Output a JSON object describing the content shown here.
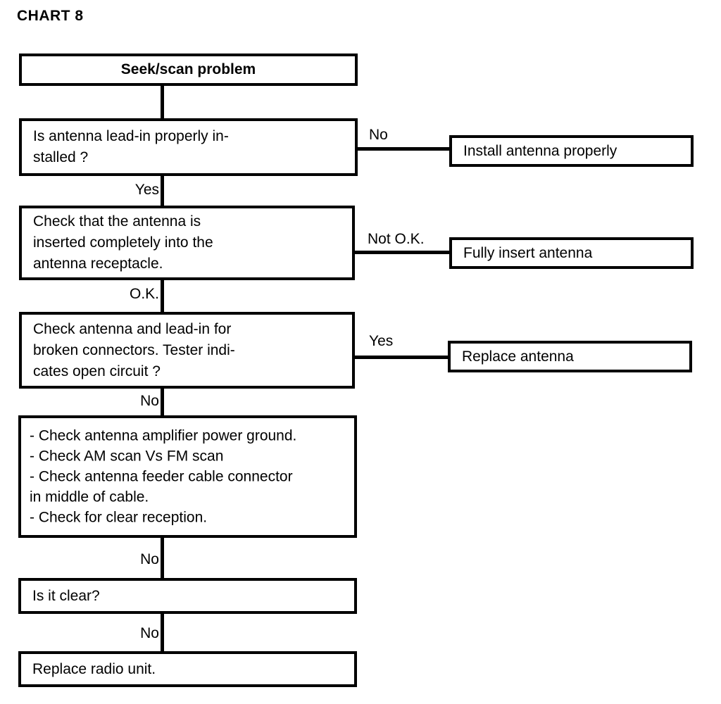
{
  "title": "CHART 8",
  "flowchart": {
    "type": "flowchart",
    "orientation": "top-to-bottom with right branches",
    "nodes": [
      {
        "id": "start",
        "label": "Seek/scan problem",
        "kind": "terminator",
        "column": "main"
      },
      {
        "id": "q_leadin",
        "label": "Is antenna lead-in properly in-\nstalled ?",
        "kind": "decision",
        "column": "main"
      },
      {
        "id": "a_install",
        "label": "Install antenna properly",
        "kind": "action",
        "column": "right"
      },
      {
        "id": "q_inserted",
        "label": "Check that the antenna is\ninserted completely into the\nantenna receptacle.",
        "kind": "decision",
        "column": "main"
      },
      {
        "id": "a_fullyinsert",
        "label": "Fully insert antenna",
        "kind": "action",
        "column": "right"
      },
      {
        "id": "q_broken",
        "label": "Check antenna and lead-in for\nbroken connectors. Tester indi-\ncates open circuit ?",
        "kind": "decision",
        "column": "main"
      },
      {
        "id": "a_replaceant",
        "label": "Replace antenna",
        "kind": "action",
        "column": "right"
      },
      {
        "id": "checks",
        "label": "- Check antenna amplifier power ground.\n- Check AM scan Vs FM scan\n- Check antenna feeder cable connector\n   in middle of cable.\n- Check for clear reception.",
        "kind": "process",
        "column": "main"
      },
      {
        "id": "q_clear",
        "label": "Is it clear?",
        "kind": "decision",
        "column": "main"
      },
      {
        "id": "a_replradio",
        "label": "Replace radio unit.",
        "kind": "action",
        "column": "main"
      }
    ],
    "edges": [
      {
        "from": "start",
        "to": "q_leadin",
        "label": "",
        "direction": "down"
      },
      {
        "from": "q_leadin",
        "to": "a_install",
        "label": "No",
        "direction": "right"
      },
      {
        "from": "q_leadin",
        "to": "q_inserted",
        "label": "Yes",
        "direction": "down"
      },
      {
        "from": "q_inserted",
        "to": "a_fullyinsert",
        "label": "Not O.K.",
        "direction": "right"
      },
      {
        "from": "q_inserted",
        "to": "q_broken",
        "label": "O.K.",
        "direction": "down"
      },
      {
        "from": "q_broken",
        "to": "a_replaceant",
        "label": "Yes",
        "direction": "right"
      },
      {
        "from": "q_broken",
        "to": "checks",
        "label": "No",
        "direction": "down"
      },
      {
        "from": "checks",
        "to": "q_clear",
        "label": "No",
        "direction": "down"
      },
      {
        "from": "q_clear",
        "to": "a_replradio",
        "label": "No",
        "direction": "down"
      }
    ]
  },
  "labels": {
    "no_1": "No",
    "yes_1": "Yes",
    "not_ok": "Not O.K.",
    "ok": "O.K.",
    "yes_2": "Yes",
    "no_2": "No",
    "no_3": "No",
    "no_4": "No"
  },
  "colors": {
    "line": "#000000",
    "background": "#ffffff",
    "text": "#000000"
  }
}
